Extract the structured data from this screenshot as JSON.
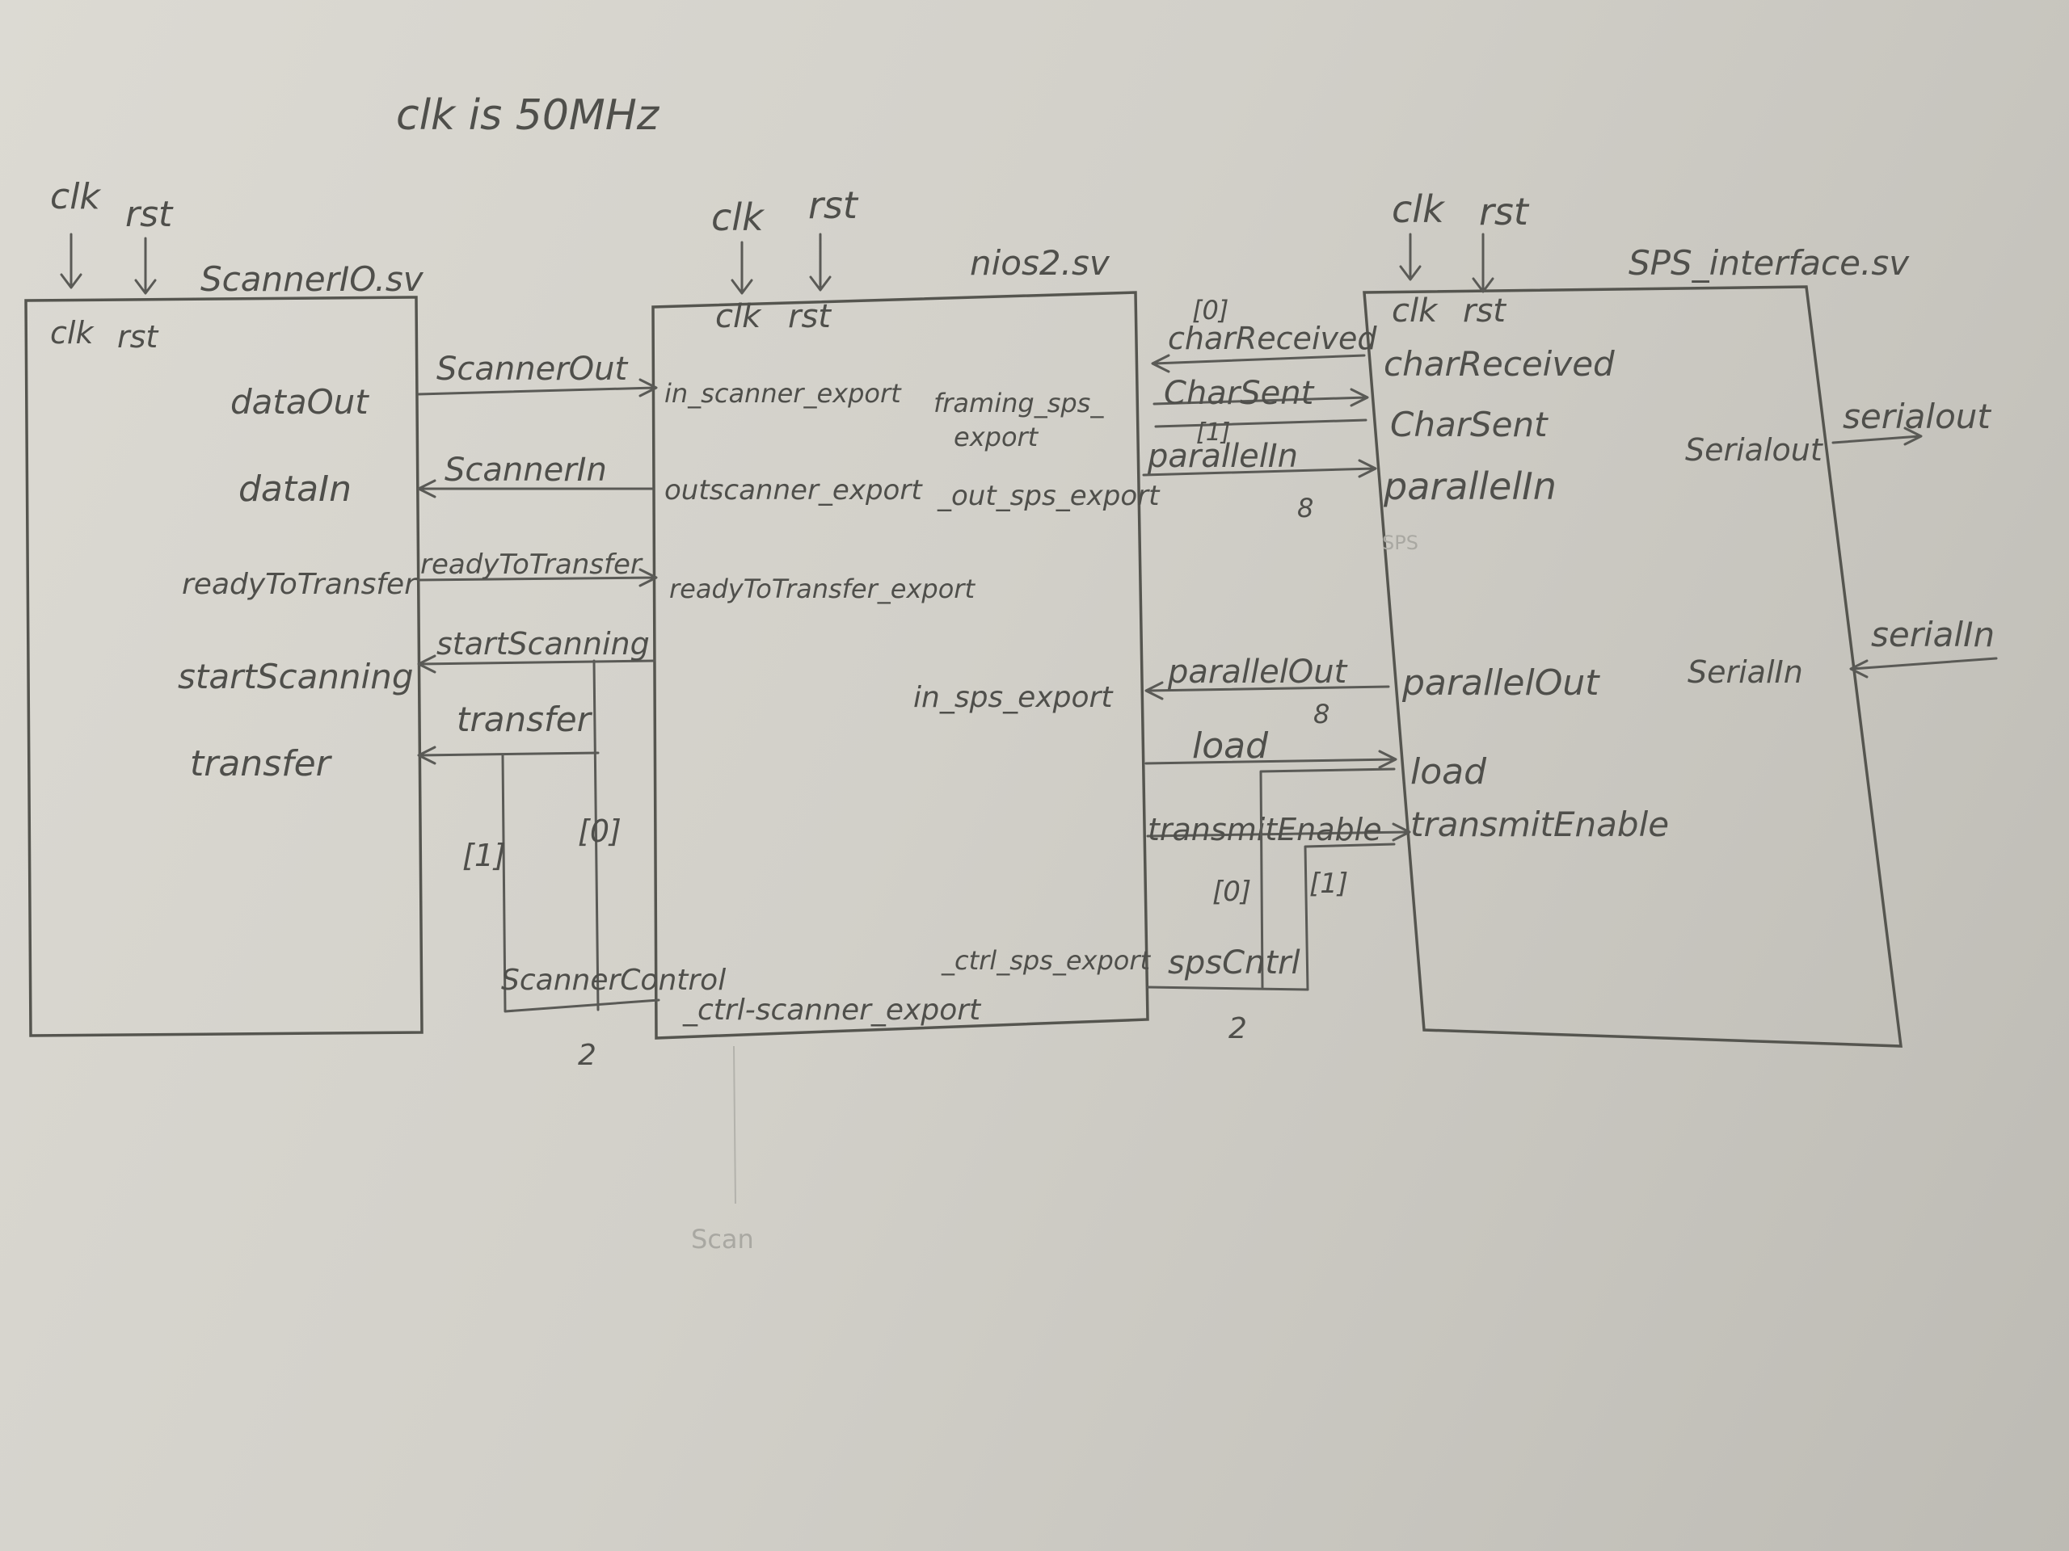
{
  "note": "clk is 50MHz",
  "modules": {
    "scanner": {
      "file": "ScannerIO.sv",
      "inputs_top": [
        "clk",
        "rst"
      ],
      "ports": [
        "clk",
        "rst",
        "dataOut",
        "dataIn",
        "readyToTransfer",
        "startScanning",
        "transfer"
      ]
    },
    "nios": {
      "file": "nios2.sv",
      "inputs_top": [
        "clk",
        "rst"
      ],
      "ports": [
        "clk",
        "rst",
        "in_scanner_export",
        "outscanner_export",
        "readyToTransfer_export",
        "_ctrl-scanner_export",
        "framing_sps_",
        "export",
        "_out_sps_export",
        "in_sps_export",
        "_ctrl_sps_export"
      ]
    },
    "sps": {
      "file": "SPS_interface.sv",
      "inputs_top": [
        "clk",
        "rst"
      ],
      "ports": [
        "clk",
        "rst",
        "charReceived",
        "CharSent",
        "parallelIn",
        "parallelOut",
        "load",
        "transmitEnable",
        "Serialout",
        "SerialIn"
      ],
      "faint_mark": "SPS"
    }
  },
  "signals": {
    "scannerOut": "ScannerOut",
    "scannerIn": "ScannerIn",
    "readyToTransfer": "readyToTransfer",
    "startScanning": "startScanning",
    "transfer": "transfer",
    "scannerControl": "ScannerControl",
    "scannerControlWidth": "2",
    "bit1": "[1]",
    "bit0": "[0]",
    "charReceived": "charReceived",
    "charReceivedBit": "[0]",
    "charSent": "CharSent",
    "charSentBit": "[1]",
    "parallelIn": "parallelIn",
    "parallelInWidth": "8",
    "parallelOut": "parallelOut",
    "parallelOutWidth": "8",
    "load": "load",
    "transmitEnable": "transmitEnable",
    "spsCtrl": "spsCntrl",
    "spsCtrlWidth": "2",
    "spsBit0": "[0]",
    "spsBit1": "[1]",
    "serialOut": "serialout",
    "serialIn": "serialIn"
  },
  "faint_text": "Scan"
}
